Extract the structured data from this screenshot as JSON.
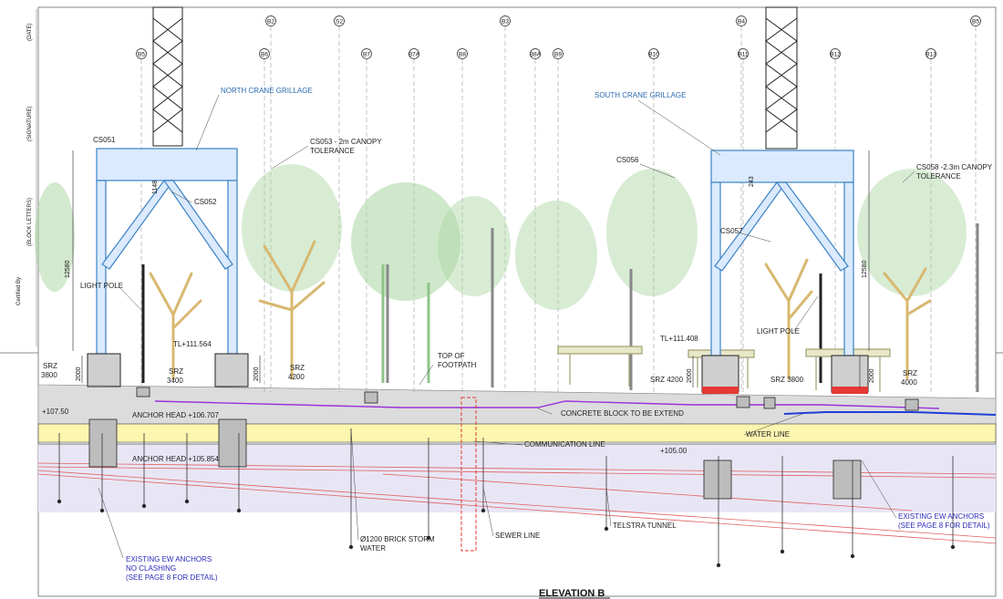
{
  "title": "ELEVATION B",
  "side_labels": {
    "date": "(DATE)",
    "signature": "(SIGNATURE)",
    "block_letters": "(BLOCK LETTERS)",
    "certified_by": "Certified By"
  },
  "grid_upper": [
    "B2",
    "S2",
    "B3",
    "B4",
    "B5"
  ],
  "grid_lower": [
    "B5",
    "B6",
    "B7",
    "B7A",
    "B8",
    "B8A",
    "B9",
    "B10",
    "B11",
    "B12",
    "B13"
  ],
  "annotations": {
    "north_grillage": "NORTH CRANE GRILLAGE",
    "south_grillage": "SOUTH CRANE GRILLAGE",
    "cs051": "CS051",
    "cs052": "CS052",
    "cs053_a": "CS053 - 2m CANOPY",
    "cs053_b": "TOLERANCE",
    "cs056": "CS056",
    "cs057": "CS057",
    "cs058_a": "CS058 -2.3m CANOPY",
    "cs058_b": "TOLERANCE",
    "light_pole_left": "LIGHT POLE",
    "light_pole_right": "LIGHT POLE",
    "tl_left": "TL+111.564",
    "tl_right": "TL+111.408",
    "srz_3800_a": "SRZ",
    "srz_3800_b": "3800",
    "srz_3400_a": "SRZ",
    "srz_3400_b": "3400",
    "srz_4200_a": "SRZ",
    "srz_4200_b": "4200",
    "srz_4200_right": "SRZ 4200",
    "srz_3800_right": "SRZ 3800",
    "srz_4000_a": "SRZ",
    "srz_4000_b": "4000",
    "top_footpath_a": "TOP OF",
    "top_footpath_b": "FOOTPATH",
    "level_107": "+107.50",
    "anchor_106": "ANCHOR HEAD +106.707",
    "anchor_105": "ANCHOR HEAD +105.854",
    "concrete_block": "CONCRETE BLOCK TO BE EXTEND",
    "communication": "COMMUNICATION LINE",
    "water_line": "WATER LINE",
    "level_105": "+105.00",
    "brick_storm_a": "Ø1200 BRICK STORM",
    "brick_storm_b": "WATER",
    "sewer_line": "SEWER LINE",
    "telstra": "TELSTRA TUNNEL",
    "ew_left_a": "EXISTING EW ANCHORS",
    "ew_left_b": "NO CLASHING",
    "ew_left_c": "(SEE PAGE 8 FOR DETAIL)",
    "ew_right_a": "EXISTING EW ANCHORS",
    "ew_right_b": "(SEE PAGE 8 FOR DETAIL)"
  },
  "dimensions": {
    "h_left": "12580",
    "h_right": "12580",
    "d_left_1148": "1148",
    "d_right_243": "243",
    "d_2000_a": "2000",
    "d_2000_b": "2000",
    "d_2000_c": "2000",
    "d_2000_d": "2000"
  },
  "colors": {
    "steel": "#3b82c4",
    "steel_fill": "#dbeafe",
    "tree_green": "#a8d5a0",
    "tree_tan": "#d8b870",
    "footpath": "#dcdcdc",
    "yellow_band": "#fdf6b0",
    "lavender_band": "#e8e6f5",
    "purple_line": "#9b30d9",
    "water_blue": "#1f3fd6",
    "red_lines": "#e06060",
    "canopy": "#a0a070"
  }
}
